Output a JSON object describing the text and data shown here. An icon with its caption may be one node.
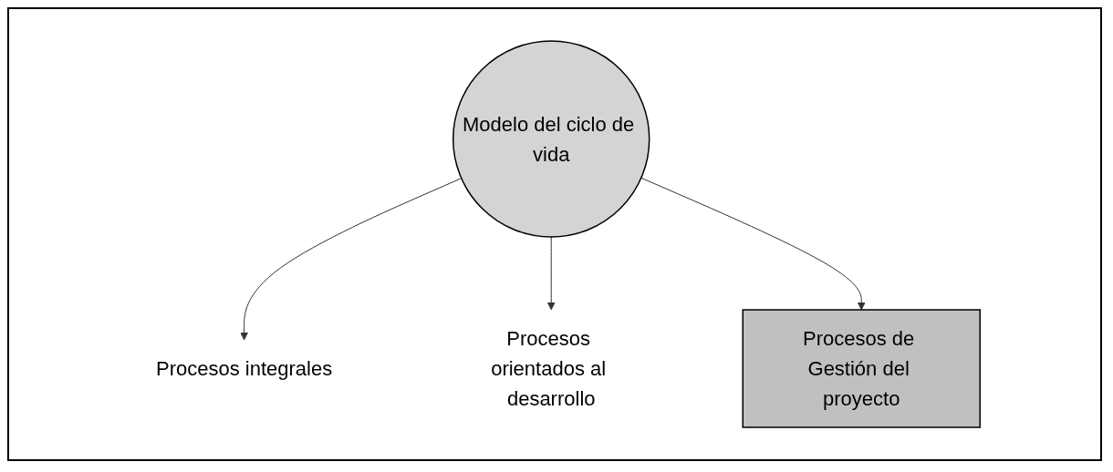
{
  "diagram": {
    "nodes": [
      {
        "text": [
          "Modelo del ciclo de vida"
        ]
      },
      {
        "text": [
          "Procesos integrales"
        ]
      },
      {
        "text": [
          "Procesos orientados al desarrollo"
        ]
      },
      {
        "text": [
          "Procesos de Gestión del proyecto"
        ]
      }
    ],
    "edges": [
      {
        "from": 0,
        "to": 1,
        "arrow": "to"
      },
      {
        "from": 0,
        "to": 2,
        "arrow": "to"
      },
      {
        "from": 0,
        "to": 3,
        "arrow": "to"
      }
    ]
  }
}
